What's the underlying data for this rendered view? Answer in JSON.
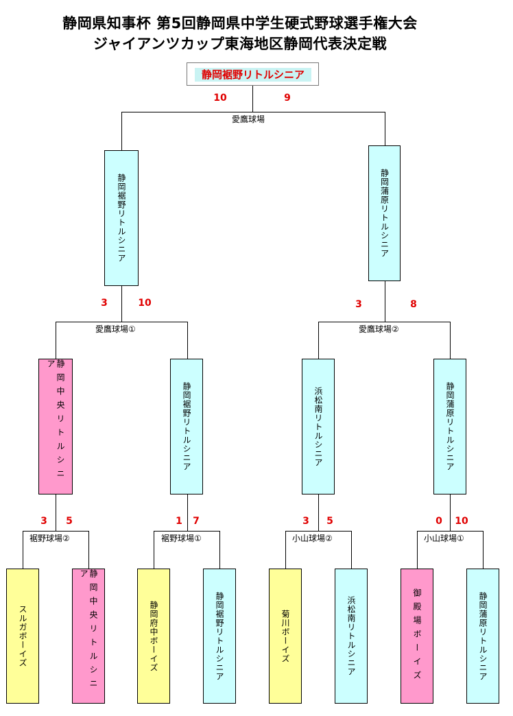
{
  "title": {
    "line1": "静岡県知事杯 第5回静岡県中学生硬式野球選手権大会",
    "line2": "ジャイアンツカップ東海地区静岡代表決定戦"
  },
  "champion": "静岡裾野リトルシニア",
  "final": {
    "venue": "愛鷹球場",
    "score_left": "10",
    "score_right": "9",
    "left": "静岡裾野リトルシニア",
    "right": "静岡蒲原リトルシニア"
  },
  "semifinals": [
    {
      "venue": "愛鷹球場①",
      "score_left": "3",
      "score_right": "10",
      "left": "静岡中央リトルシニア",
      "right": "静岡裾野リトルシニア"
    },
    {
      "venue": "愛鷹球場②",
      "score_left": "3",
      "score_right": "8",
      "left": "浜松南リトルシニア",
      "right": "静岡蒲原リトルシニア"
    }
  ],
  "first_round": [
    {
      "venue": "裾野球場②",
      "score_left": "3",
      "score_right": "5",
      "left": "スルガボーイズ",
      "right": "静岡中央リトルシニア"
    },
    {
      "venue": "裾野球場①",
      "score_left": "1",
      "score_right": "7",
      "left": "静岡府中ボーイズ",
      "right": "静岡裾野リトルシニア"
    },
    {
      "venue": "小山球場②",
      "score_left": "3",
      "score_right": "5",
      "left": "菊川ボーイズ",
      "right": "浜松南リトルシニア"
    },
    {
      "venue": "小山球場①",
      "score_left": "0",
      "score_right": "10",
      "left": "御殿場ボーイズ",
      "right": "静岡蒲原リトルシニア"
    }
  ],
  "colors": {
    "cyan": "#ccffff",
    "pink": "#ff99cc",
    "yellow": "#ffff99",
    "score": "#e00000"
  }
}
